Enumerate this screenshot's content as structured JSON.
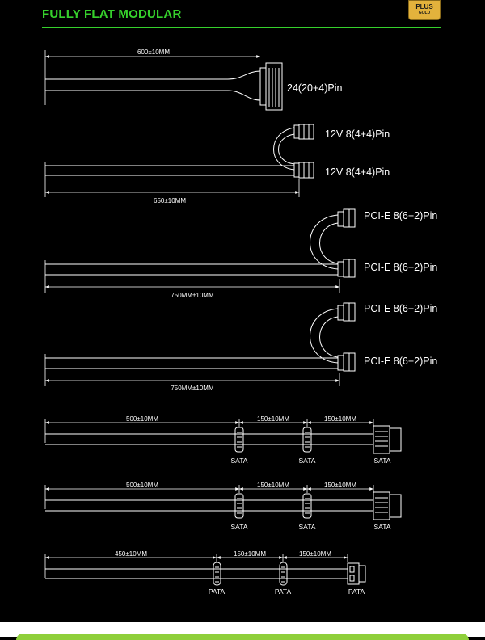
{
  "header": {
    "title": "FULLY FLAT MODULAR",
    "badge_plus": "PLUS",
    "badge_gold": "GOLD"
  },
  "cables": {
    "atx": {
      "length": "600±10MM",
      "connector": "24(20+4)Pin"
    },
    "cpu": {
      "length": "650±10MM",
      "connector_top": "12V 8(4+4)Pin",
      "connector_bottom": "12V 8(4+4)Pin"
    },
    "pcie_1": {
      "length": "750MM±10MM",
      "connector_top": "PCI-E 8(6+2)Pin",
      "connector_bottom": "PCI-E 8(6+2)Pin"
    },
    "pcie_2": {
      "length": "750MM±10MM",
      "connector_top": "PCI-E 8(6+2)Pin",
      "connector_bottom": "PCI-E 8(6+2)Pin"
    },
    "sata_1": {
      "length_main": "500±10MM",
      "length_seg1": "150±10MM",
      "length_seg2": "150±10MM",
      "labels": [
        "SATA",
        "SATA",
        "SATA"
      ]
    },
    "sata_2": {
      "length_main": "500±10MM",
      "length_seg1": "150±10MM",
      "length_seg2": "150±10MM",
      "labels": [
        "SATA",
        "SATA",
        "SATA"
      ]
    },
    "pata": {
      "length_main": "450±10MM",
      "length_seg1": "150±10MM",
      "length_seg2": "150±10MM",
      "labels": [
        "PATA",
        "PATA",
        "PATA"
      ]
    }
  },
  "colors": {
    "accent": "#36d12c",
    "badge": "#e3b23c",
    "bottom_tab": "#8ecf3a"
  }
}
